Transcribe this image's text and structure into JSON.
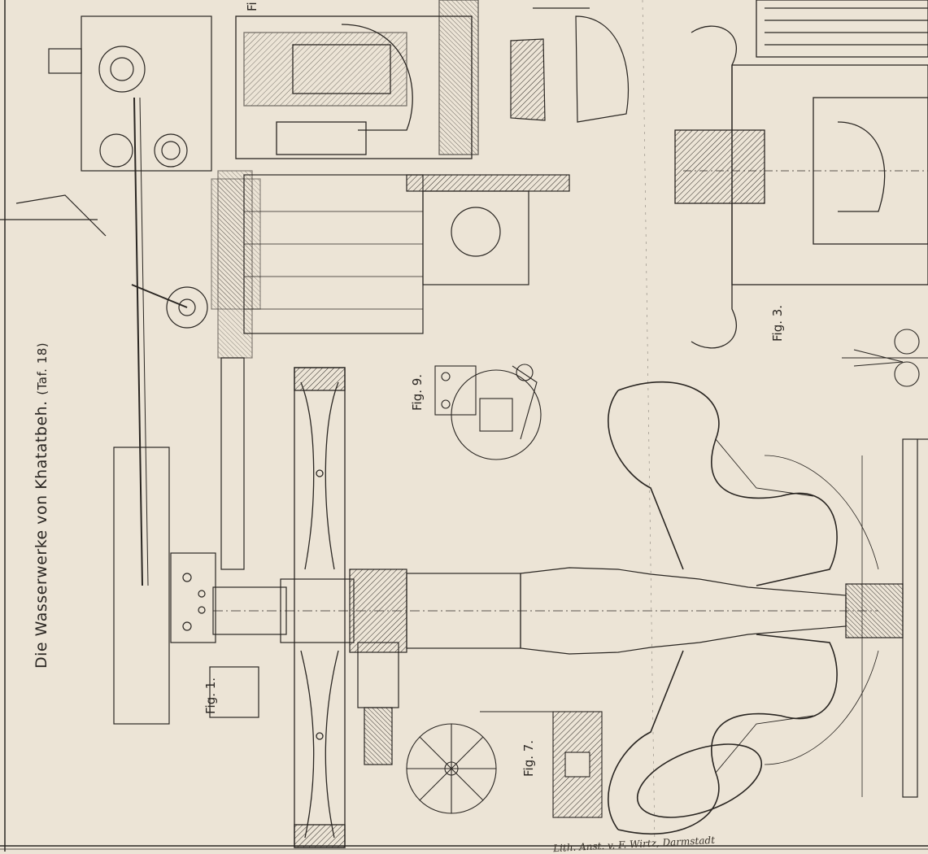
{
  "plate": {
    "title": "Die Wasserwerke von Khatatbeh.",
    "title_suffix": "(Taf. 18)",
    "printer": "Lith. Anst. v. F. Wirtz, Darmstadt",
    "figures": {
      "fig1": "Fig. 1.",
      "fig3": "Fig. 3.",
      "fig7": "Fig. 7.",
      "fig9": "Fig. 9.",
      "fig_top": "Fi"
    }
  },
  "colors": {
    "paper": "#ece4d6",
    "ink": "#2a2622"
  }
}
